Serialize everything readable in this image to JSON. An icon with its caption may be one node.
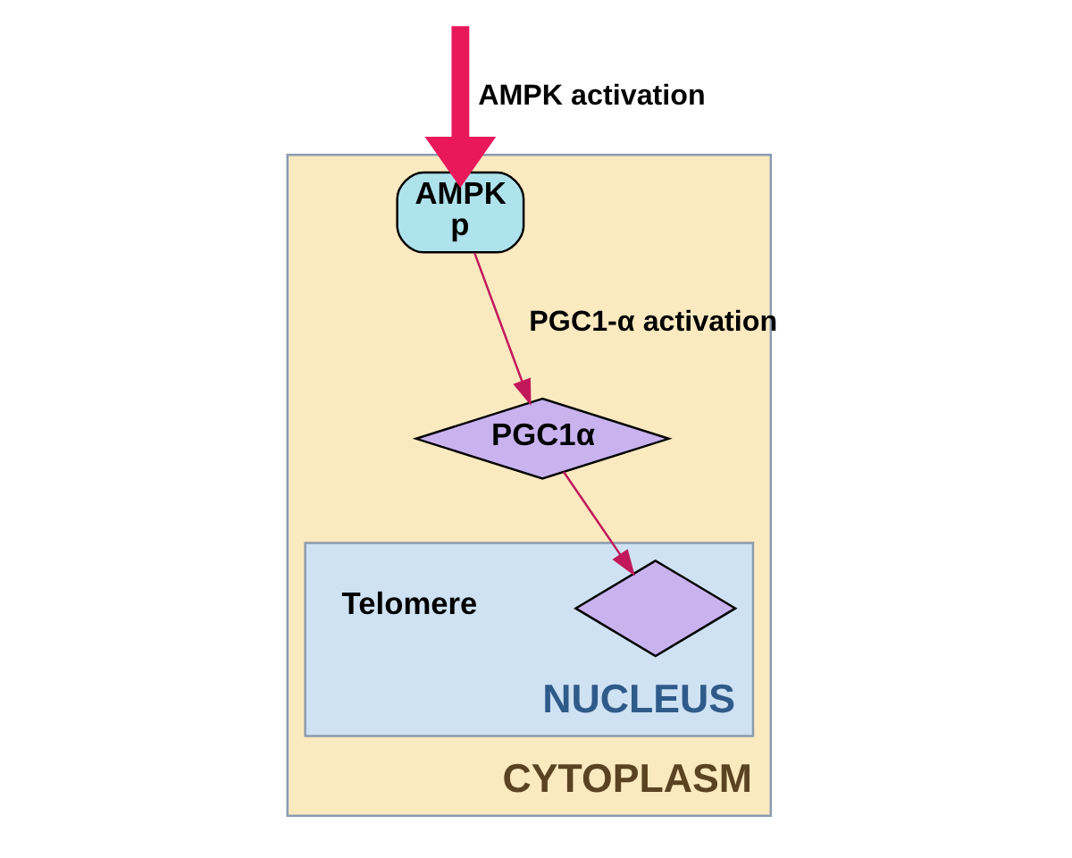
{
  "diagram": {
    "nodes": [
      {
        "text": [
          "CYTOPLASM"
        ]
      },
      {
        "text": [
          "AMPK",
          "p"
        ],
        "in": 0
      },
      {
        "text": [
          "PGC1α"
        ],
        "in": 0
      },
      {
        "text": [
          "NUCLEUS"
        ],
        "in": 0
      },
      {
        "text": [],
        "shape": "diamond",
        "in": 3
      }
    ],
    "edges": [
      {
        "from": null,
        "to": 1,
        "arrow": "to",
        "label": "AMPK activation",
        "style": "thick",
        "color": "#e8185a"
      },
      {
        "from": 1,
        "to": 2,
        "arrow": "to",
        "label": "PGC1-α activation"
      },
      {
        "from": 2,
        "to": 4,
        "arrow": "to"
      }
    ],
    "labels": [
      "Telomere"
    ]
  }
}
